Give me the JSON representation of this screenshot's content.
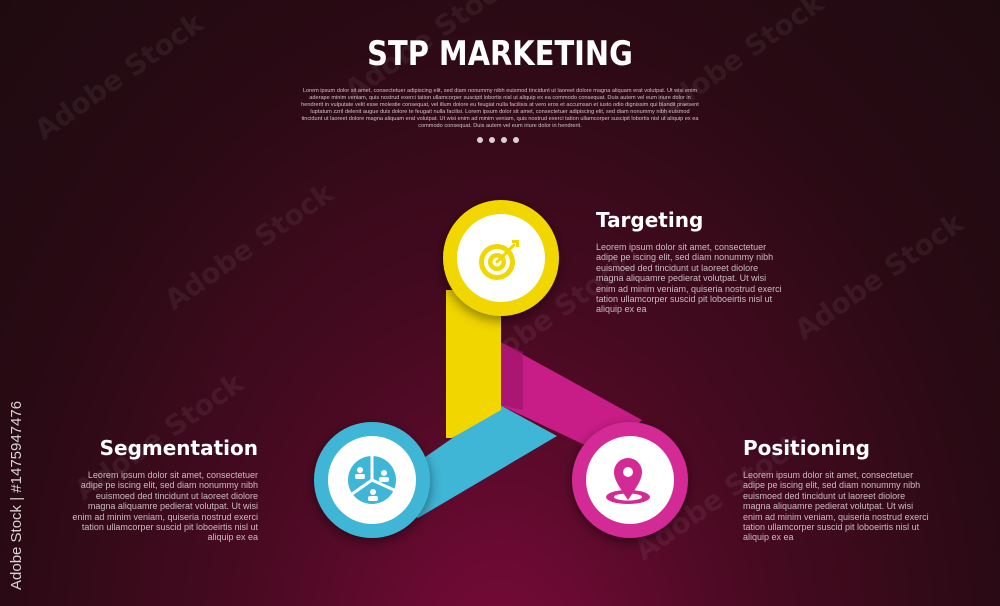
{
  "title": "STP MARKETING",
  "subtitle": "Lorem ipsum dolor sit amet, consectetuer adipiscing elit, sed diam nonummy nibh euismod tincidunt ut laoreet dolore magna aliquam erat volutpat. Ut wisi enim aderape minim veniam, quis nostrud exerci tation ullamcorper suscipit lobortis nisl ut aliquip ex ea commodo consequat. Duis autem vel eum iriure dolor in hendrerit in vulputate velit esse molestie consequat, vel illum dolore eu feugiat nulla facilisis at vero eros et accumsan et iusto odio dignissim qui blandit praesent luptatum zzril delenit augue duis dolore te feugait nulla facilisi. Lorem ipsum dolor sit amet, consectetuer adipiscing elit, sed diam nonummy nibh euismod tincidunt ut laoreet dolore magna aliquam erat volutpat. Ut wisi enim ad minim veniam, quis nostrud exerci tation ullamcorper suscipit lobortis nisl ut aliquip ex ea commodo consequat. Duis autem vel eum iriure dolor in hendrerit.",
  "pagination_dots": 4,
  "items": [
    {
      "label": "Targeting",
      "text": "Leorem ipsum dolor sit amet, consectetuer adipe pe iscing elit, sed diam nonummy nibh euismoed ded tincidunt ut laoreet diolore magna aliquamre pedierat volutpat. Ut wisi enim ad minim veniam, quiseria nostrud exerci tation ullamcorper suscid pit loboeirtis nisl ut aliquip ex ea",
      "color": "#f2d600",
      "icon": "target-icon"
    },
    {
      "label": "Segmentation",
      "text": "Leorem ipsum dolor sit amet, consectetuer adipe pe iscing elit, sed diam nonummy nibh euismoed ded tincidunt ut laoreet diolore magna aliquamre pedierat volutpat. Ut wisi enim ad minim veniam, quiseria nostrud exerci tation ullamcorper suscid pit loboeirtis nisl ut aliquip ex ea",
      "color": "#3fb6d6",
      "icon": "pie-chart-users-icon"
    },
    {
      "label": "Positioning",
      "text": "Leorem ipsum dolor sit amet, consectetuer adipe pe iscing elit, sed diam nonummy nibh euismoed ded tincidunt ut laoreet diolore magna aliquamre pedierat volutpat. Ut wisi enim ad minim veniam, quiseria nostrud exerci tation ullamcorper suscid pit loboeirtis nisl ut aliquip ex ea",
      "color": "#d42a96",
      "icon": "location-pin-icon"
    }
  ],
  "watermark": "Adobe Stock",
  "stock_id": "Adobe Stock | #1475947476"
}
